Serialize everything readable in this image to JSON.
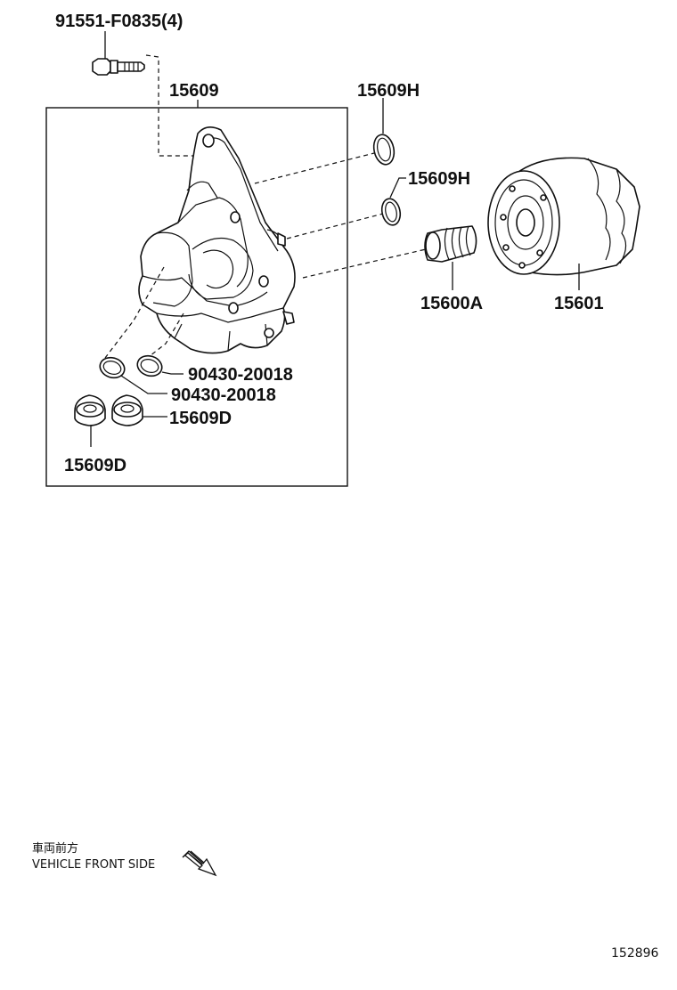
{
  "callouts": {
    "bolt": "91551-F0835(4)",
    "housing": "15609",
    "oring_top": "15609H",
    "oring_mid": "15609H",
    "union": "15600A",
    "filter": "15601",
    "gasket_right": "90430-20018",
    "gasket_left": "90430-20018",
    "plug_right": "15609D",
    "plug_left": "15609D"
  },
  "direction_note": {
    "japanese": "車両前方",
    "english": "VEHICLE FRONT SIDE"
  },
  "illustration_id": "152896"
}
